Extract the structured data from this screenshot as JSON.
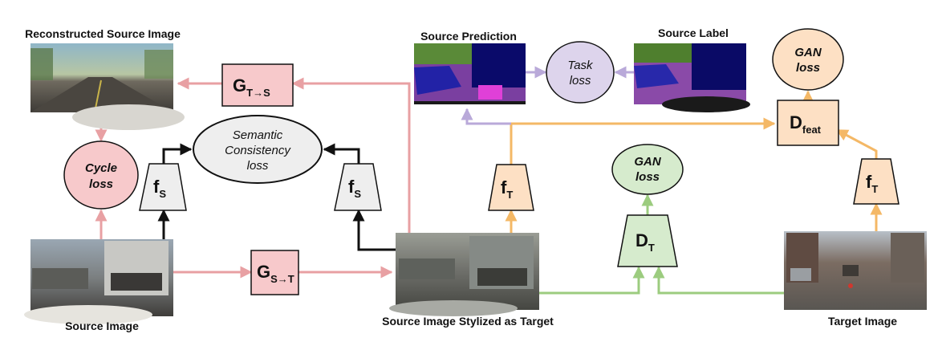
{
  "labels": {
    "reconstructed_source_image": "Reconstructed Source Image",
    "source_image": "Source Image",
    "source_image_stylized": "Source Image Stylized as Target",
    "target_image": "Target Image",
    "source_prediction": "Source Prediction",
    "source_label": "Source Label"
  },
  "modules": {
    "g_t_to_s": {
      "main": "G",
      "sub": "T→S"
    },
    "g_s_to_t": {
      "main": "G",
      "sub": "S→T"
    },
    "f_s_left": {
      "main": "f",
      "sub": "S"
    },
    "f_s_right": {
      "main": "f",
      "sub": "S"
    },
    "f_t_mid": {
      "main": "f",
      "sub": "T"
    },
    "f_t_right": {
      "main": "f",
      "sub": "T"
    },
    "d_t": {
      "main": "D",
      "sub": "T"
    },
    "d_feat": {
      "main": "D",
      "sub": "feat"
    }
  },
  "losses": {
    "cycle": [
      "Cycle",
      "loss"
    ],
    "semantic": [
      "Semantic",
      "Consistency",
      "loss"
    ],
    "task": [
      "Task",
      "loss"
    ],
    "gan_mid": [
      "GAN",
      "loss"
    ],
    "gan_top": [
      "GAN",
      "loss"
    ]
  },
  "colors": {
    "pink_arrow": "#e8a0a3",
    "pink_fill": "#f7c9cb",
    "orange_arrow": "#f4b866",
    "orange_fill": "#fde0c4",
    "green_arrow": "#9ccc7f",
    "green_fill": "#d6ebcd",
    "purple_arrow": "#b9a9d9",
    "purple_fill": "#ddd4ec",
    "gray_fill": "#eeeeee",
    "black": "#111111"
  }
}
